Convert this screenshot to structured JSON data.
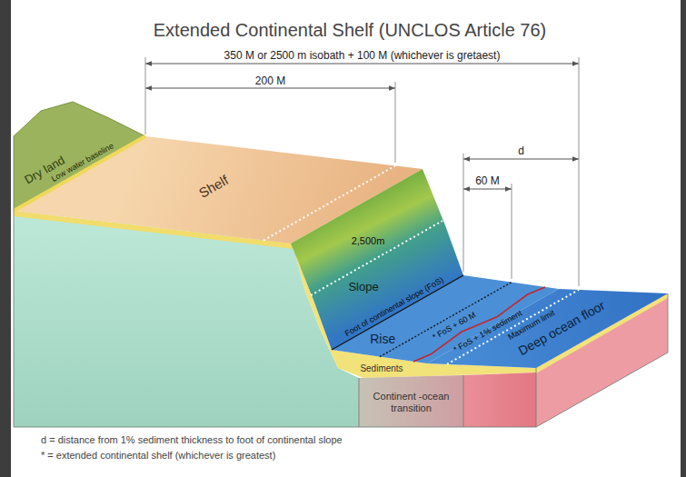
{
  "diagram": {
    "title": "Extended Continental Shelf (UNCLOS Article 76)",
    "labels": [
      "350 M or 2500 m isobath + 100 M (whichever is gretaest)",
      "200 M",
      "d",
      "60 M",
      "Dry land",
      "Low water baseline",
      "Shelf",
      "2,500m",
      "Slope",
      "Foot of continental slope (FoS)",
      "Rise",
      "* FoS + 60 M",
      "* FoS + 1% sediment",
      "Maximum limit",
      "Deep ocean floor",
      "Sediments",
      "Continent -ocean transition",
      "d = distance from 1% sediment thickness to foot of continental slope",
      "* = extended continental shelf (whichever is greatest)"
    ]
  }
}
